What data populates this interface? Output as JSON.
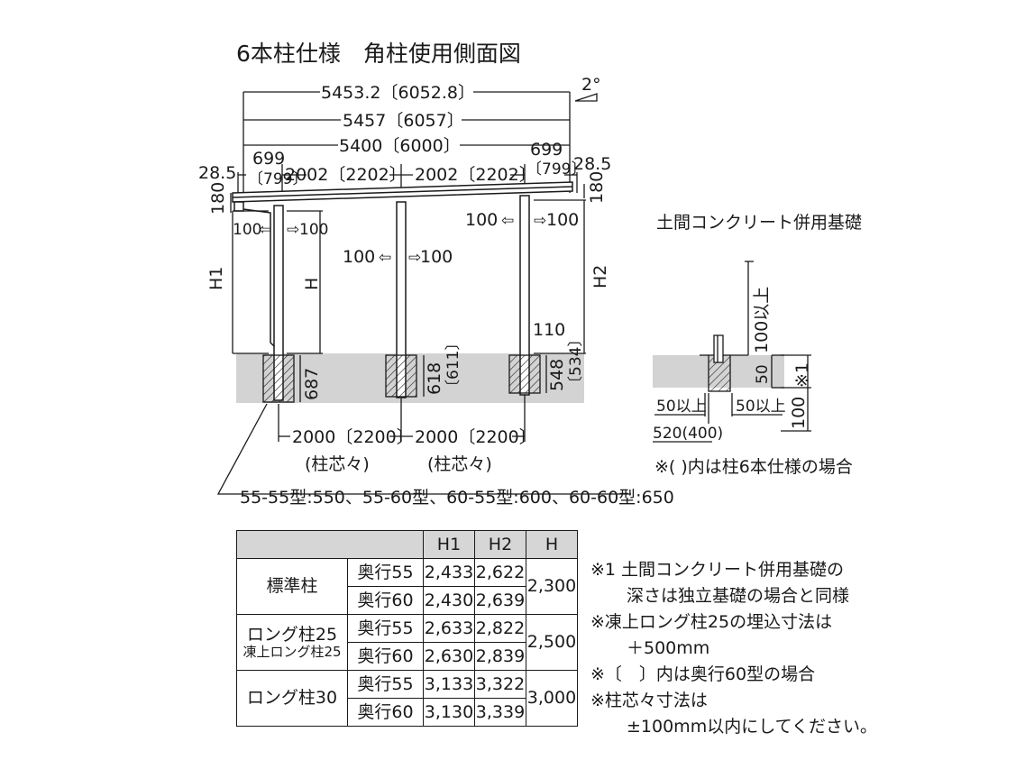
{
  "title": "6本柱仕様　角柱使用側面図",
  "angle_label": "2°",
  "dims": {
    "overall_1": "5453.2〔6052.8〕",
    "overall_2": "5457〔6057〕",
    "overall_3": "5400〔6000〕",
    "end_left": "699",
    "end_left_alt": "〔799〕",
    "end_right": "699",
    "end_right_alt": "〔799〕",
    "span_left": "2002〔2202〕",
    "span_right": "2002〔2202〕",
    "edge_left": "28.5",
    "edge_right": "28.5",
    "beam_left": "180",
    "beam_right": "180",
    "clear_l1": "100",
    "clear_l2": "100",
    "clear_m1": "100",
    "clear_m2": "100",
    "clear_r1": "100",
    "clear_r2": "100",
    "h1": "H1",
    "h": "H",
    "h2": "H2",
    "post_110": "110",
    "embed_left": "687",
    "embed_mid": "618",
    "embed_mid_alt": "〔611〕",
    "embed_right": "548",
    "embed_right_alt": "〔534〕",
    "base_span_1": "2000〔2200〕",
    "base_span_2": "2000〔2200〕",
    "base_caption_1": "(柱芯々)",
    "base_caption_2": "(柱芯々)",
    "footing_sizes": "55-55型:550、55-60型、60-55型:600、60-60型:650"
  },
  "foundation_detail": {
    "title": "土間コンクリート併用基礎",
    "depth_label": "100以上",
    "slab_label": "50",
    "note_mark": "※1",
    "bottom_label": "100",
    "left_offset": "50以上",
    "right_offset": "50以上",
    "width_label": "520(400)",
    "footnote": "※(  )内は柱6本仕様の場合"
  },
  "table": {
    "headers": [
      "H1",
      "H2",
      "H"
    ],
    "groups": [
      {
        "name": "標準柱",
        "sub": "",
        "H": "2,300",
        "rows": [
          {
            "depth": "奥行55",
            "H1": "2,433",
            "H2": "2,622"
          },
          {
            "depth": "奥行60",
            "H1": "2,430",
            "H2": "2,639"
          }
        ]
      },
      {
        "name": "ロング柱25",
        "sub": "凍上ロング柱25",
        "H": "2,500",
        "rows": [
          {
            "depth": "奥行55",
            "H1": "2,633",
            "H2": "2,822"
          },
          {
            "depth": "奥行60",
            "H1": "2,630",
            "H2": "2,839"
          }
        ]
      },
      {
        "name": "ロング柱30",
        "sub": "",
        "H": "3,000",
        "rows": [
          {
            "depth": "奥行55",
            "H1": "3,133",
            "H2": "3,322"
          },
          {
            "depth": "奥行60",
            "H1": "3,130",
            "H2": "3,339"
          }
        ]
      }
    ]
  },
  "notes": [
    "※1 土間コンクリート併用基礎の",
    "深さは独立基礎の場合と同様",
    "※凍上ロング柱25の埋込寸法は",
    "＋500mm",
    "※〔　〕内は奥行60型の場合",
    "※柱芯々寸法は",
    "±100mm以内にしてください。"
  ],
  "colors": {
    "ground": "#d3d3d3",
    "line": "#1a1a1a"
  }
}
